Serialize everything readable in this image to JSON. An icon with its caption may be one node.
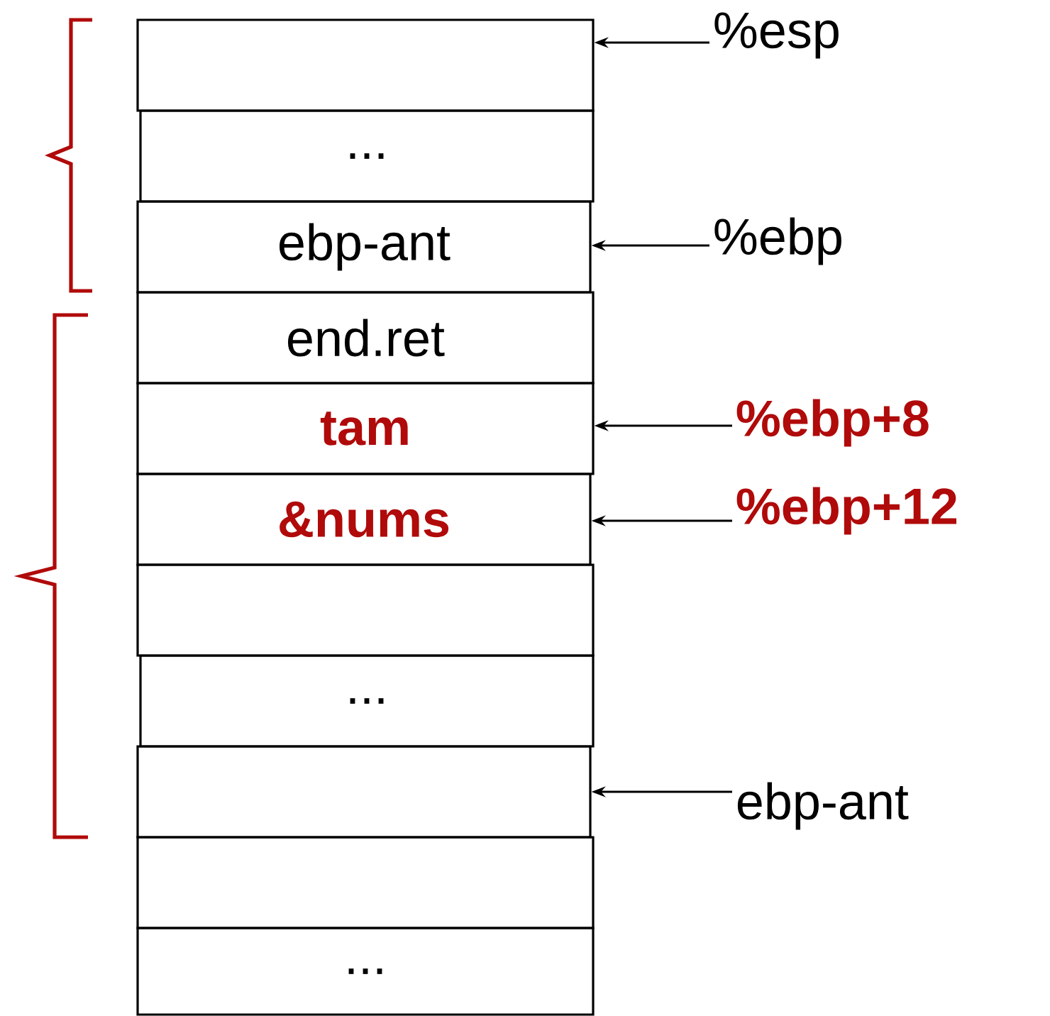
{
  "diagram": {
    "nodes": [
      {
        "text": [],
        "shape": "box"
      },
      {
        "text": [
          "..."
        ]
      },
      {
        "text": [
          "ebp-ant"
        ]
      },
      {
        "text": [
          "end.ret"
        ]
      },
      {
        "text": [
          "tam"
        ]
      },
      {
        "text": [
          "&nums"
        ]
      },
      {
        "text": [],
        "shape": "box"
      },
      {
        "text": [
          "..."
        ]
      },
      {
        "text": [],
        "shape": "box"
      },
      {
        "text": [],
        "shape": "box"
      },
      {
        "text": [
          "..."
        ]
      },
      {
        "text": [
          "%esp"
        ]
      },
      {
        "text": [
          "%ebp"
        ]
      },
      {
        "text": [
          "%ebp+8"
        ]
      },
      {
        "text": [
          "%ebp+12"
        ]
      },
      {
        "text": [
          "ebp-ant"
        ]
      }
    ],
    "edges": [
      {
        "from": 11,
        "to": 0,
        "arrow": "to"
      },
      {
        "from": 12,
        "to": 2,
        "arrow": "to"
      },
      {
        "from": 13,
        "to": 4,
        "arrow": "to"
      },
      {
        "from": 14,
        "to": 5,
        "arrow": "to"
      },
      {
        "from": 15,
        "to": 8,
        "arrow": "to"
      }
    ]
  }
}
